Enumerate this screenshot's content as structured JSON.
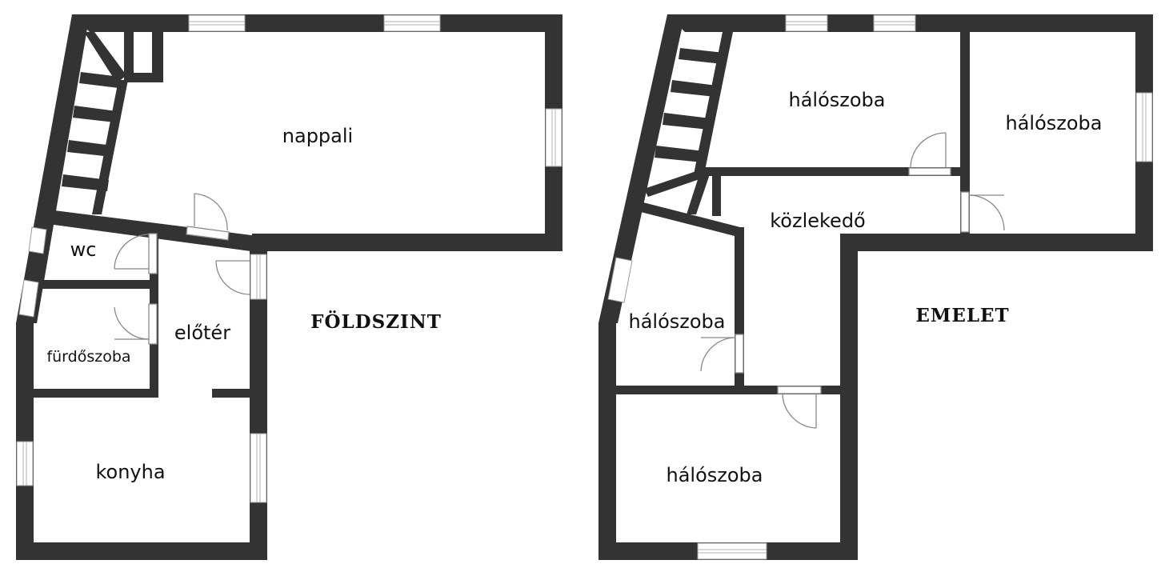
{
  "colors": {
    "wall": "#333333",
    "background": "#ffffff",
    "text": "#111111"
  },
  "ground_floor": {
    "title": "FÖLDSZINT",
    "rooms": {
      "nappali": "nappali",
      "wc": "wc",
      "furdoszoba": "fürdőszoba",
      "eloter": "előtér",
      "konyha": "konyha"
    }
  },
  "upper_floor": {
    "title": "EMELET",
    "rooms": {
      "haloszoba_top_left": "hálószoba",
      "haloszoba_top_right": "hálószoba",
      "kozlekedo": "közlekedő",
      "haloszoba_middle_left": "hálószoba",
      "haloszoba_bottom": "hálószoba"
    }
  }
}
